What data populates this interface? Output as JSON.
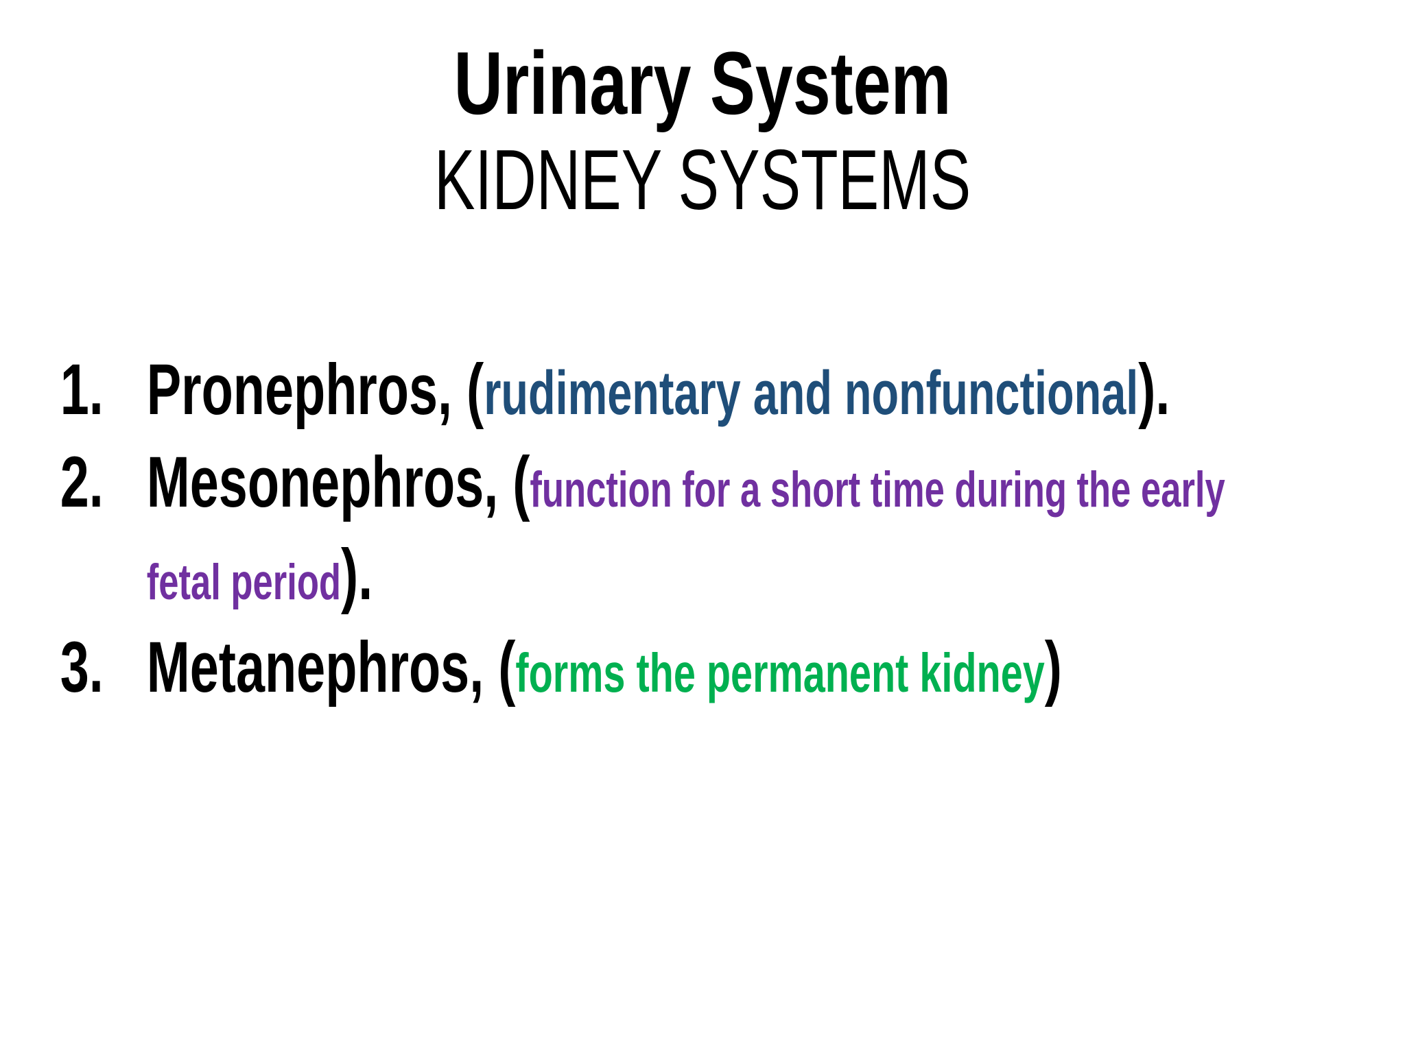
{
  "slide": {
    "title": {
      "line1": "Urinary System",
      "line2": "KIDNEY SYSTEMS"
    },
    "items": [
      {
        "number": "1.",
        "lead": "Pronephros, (",
        "detail": "rudimentary and nonfunctional",
        "close": ").",
        "detail_color": "#1F4E79"
      },
      {
        "number": "2.",
        "lead": "Mesonephros, (",
        "detail_line1": "function for a short time during the early",
        "detail_line2": "fetal period",
        "close": ").",
        "detail_color": "#7030A0"
      },
      {
        "number": "3.",
        "lead": "Metanephros, (",
        "detail": "forms the permanent kidney",
        "close": ")",
        "detail_color": "#00B050"
      }
    ],
    "colors": {
      "background": "#FFFFFF",
      "text": "#000000",
      "blue": "#1F4E79",
      "purple": "#7030A0",
      "green": "#00B050"
    }
  }
}
